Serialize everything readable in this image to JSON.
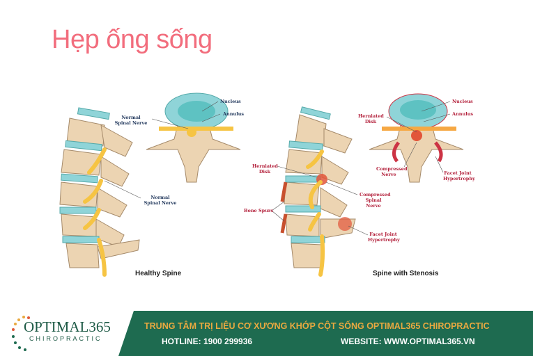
{
  "title": "Hẹp ống sống",
  "healthy": {
    "caption": "Healthy Spine",
    "nucleus": "Nucleus",
    "annulus": "Annulus",
    "nerve_top": "Normal Spinal Nerve",
    "nerve_side": "Normal Spinal Nerve"
  },
  "stenosis": {
    "caption": "Spine with Stenosis",
    "nucleus": "Nucleus",
    "annulus": "Annulus",
    "herniated_top": "Herniated Disk",
    "compressed_nerve": "Compressed Nerve",
    "facet_top": "Facet Joint Hypertrophy",
    "herniated_side": "Herniated Disk",
    "compressed_spinal": "Compressed Spinal Nerve",
    "bone_spurs": "Bone Spurs",
    "facet_side": "Facet Joint Hypertrophy"
  },
  "footer": {
    "logo_main": "OPTIMAL365",
    "logo_sub": "CHIROPRACTIC",
    "headline": "TRUNG TÂM TRỊ LIỆU CƠ XƯƠNG KHỚP CỘT SỐNG OPTIMAL365 CHIROPRACTIC",
    "hotline": "HOTLINE: 1900 299936",
    "website": "WEBSITE: WWW.OPTIMAL365.VN"
  },
  "colors": {
    "title": "#f26d7d",
    "band": "#1e6b50",
    "headline": "#e9a940",
    "bone": "#ecd4b2",
    "disk": "#8fd4d8",
    "nerve": "#f6c443",
    "inflamed": "#e2553a"
  }
}
